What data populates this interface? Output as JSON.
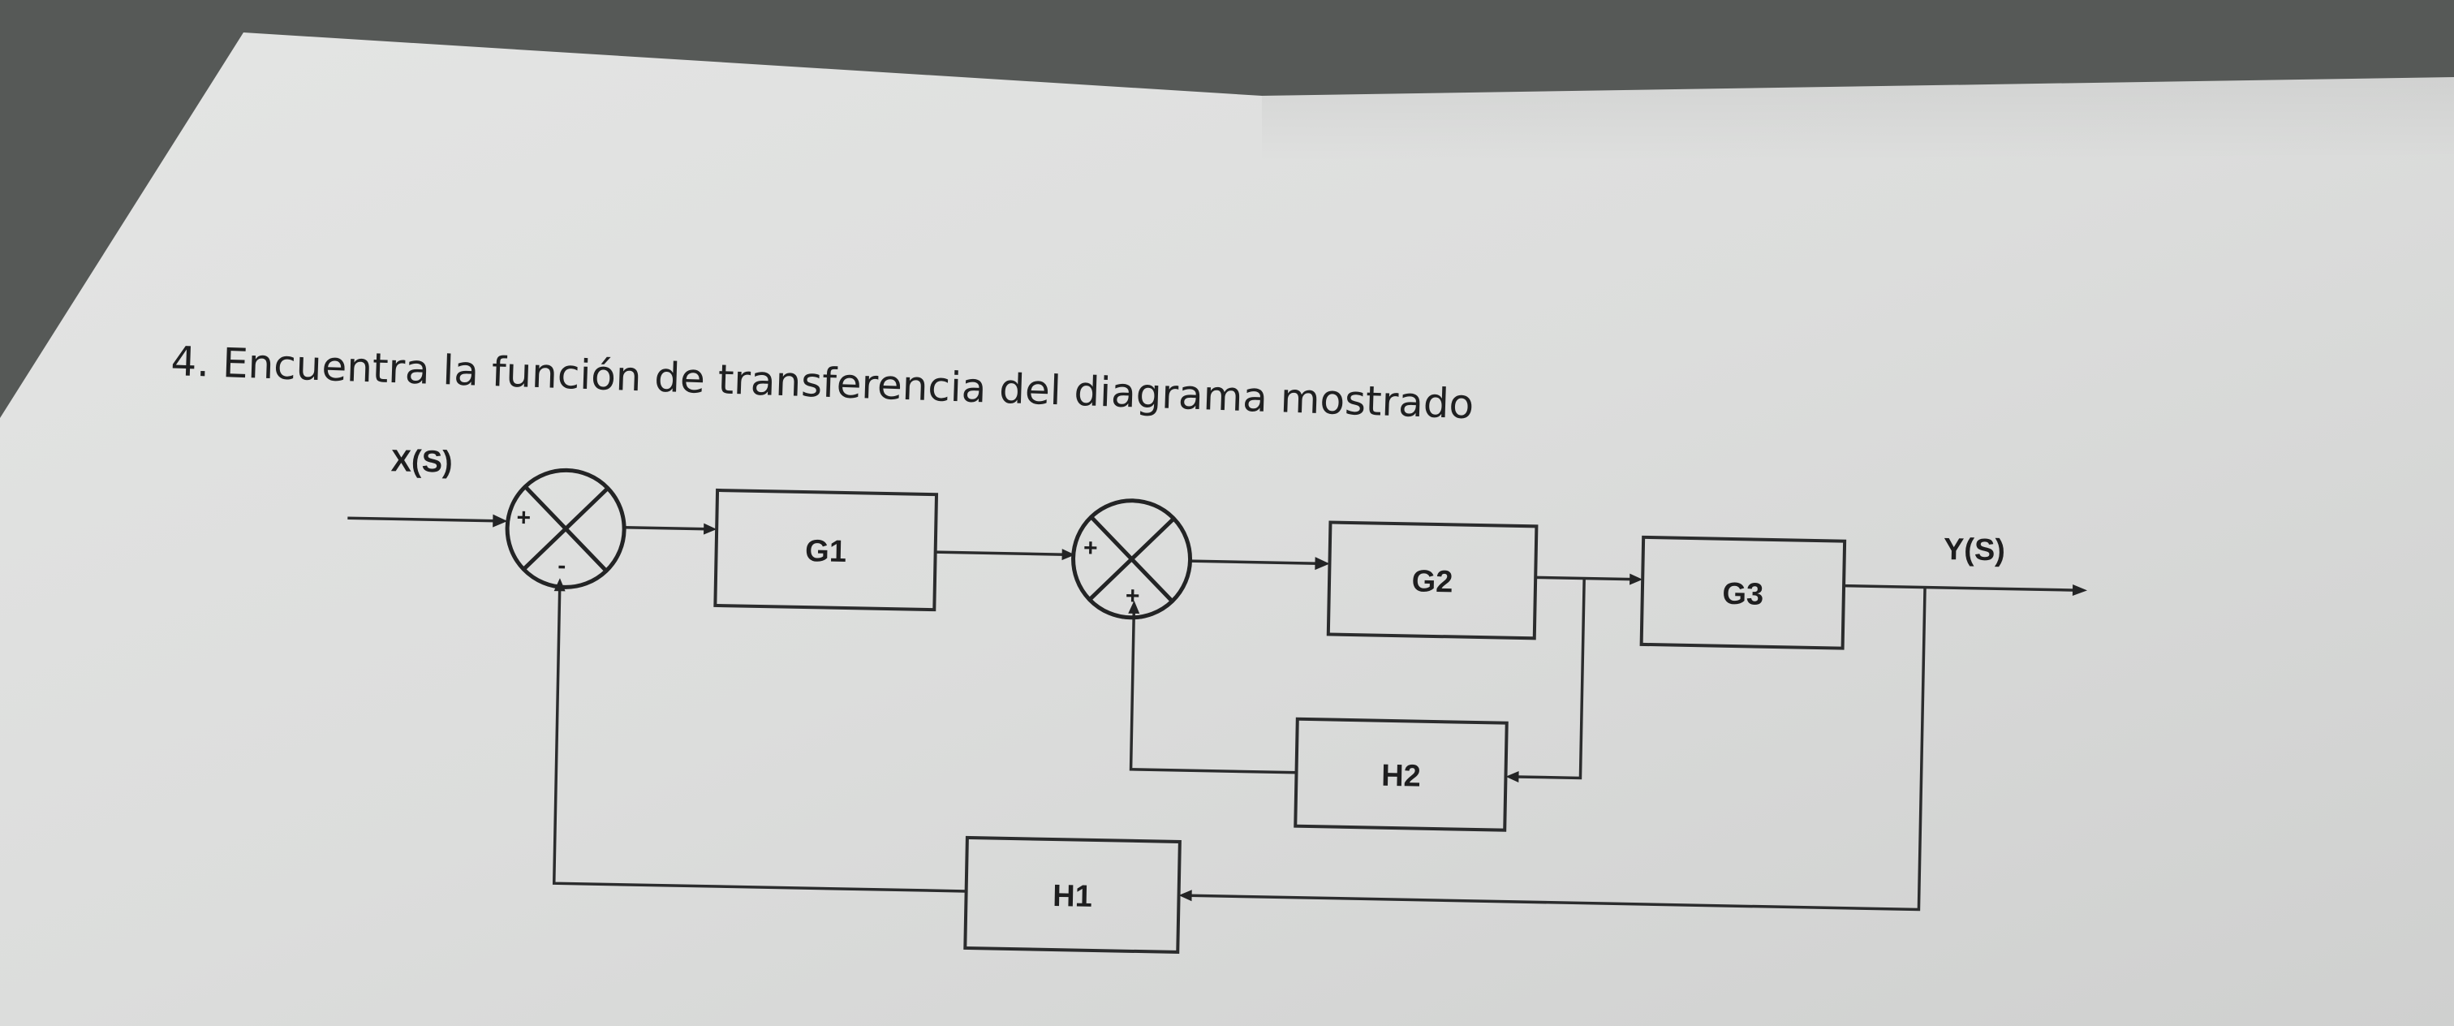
{
  "question": "4. Encuentra la función de transferencia del diagrama mostrado",
  "signals": {
    "input": "X(S)",
    "output": "Y(S)"
  },
  "blocks": {
    "g1": "G1",
    "g2": "G2",
    "g3": "G3",
    "h1": "H1",
    "h2": "H2"
  },
  "junctions": {
    "outer": {
      "top_sign": "+",
      "bottom_sign": "-"
    },
    "inner": {
      "top_sign": "+",
      "bottom_sign": "+"
    }
  }
}
